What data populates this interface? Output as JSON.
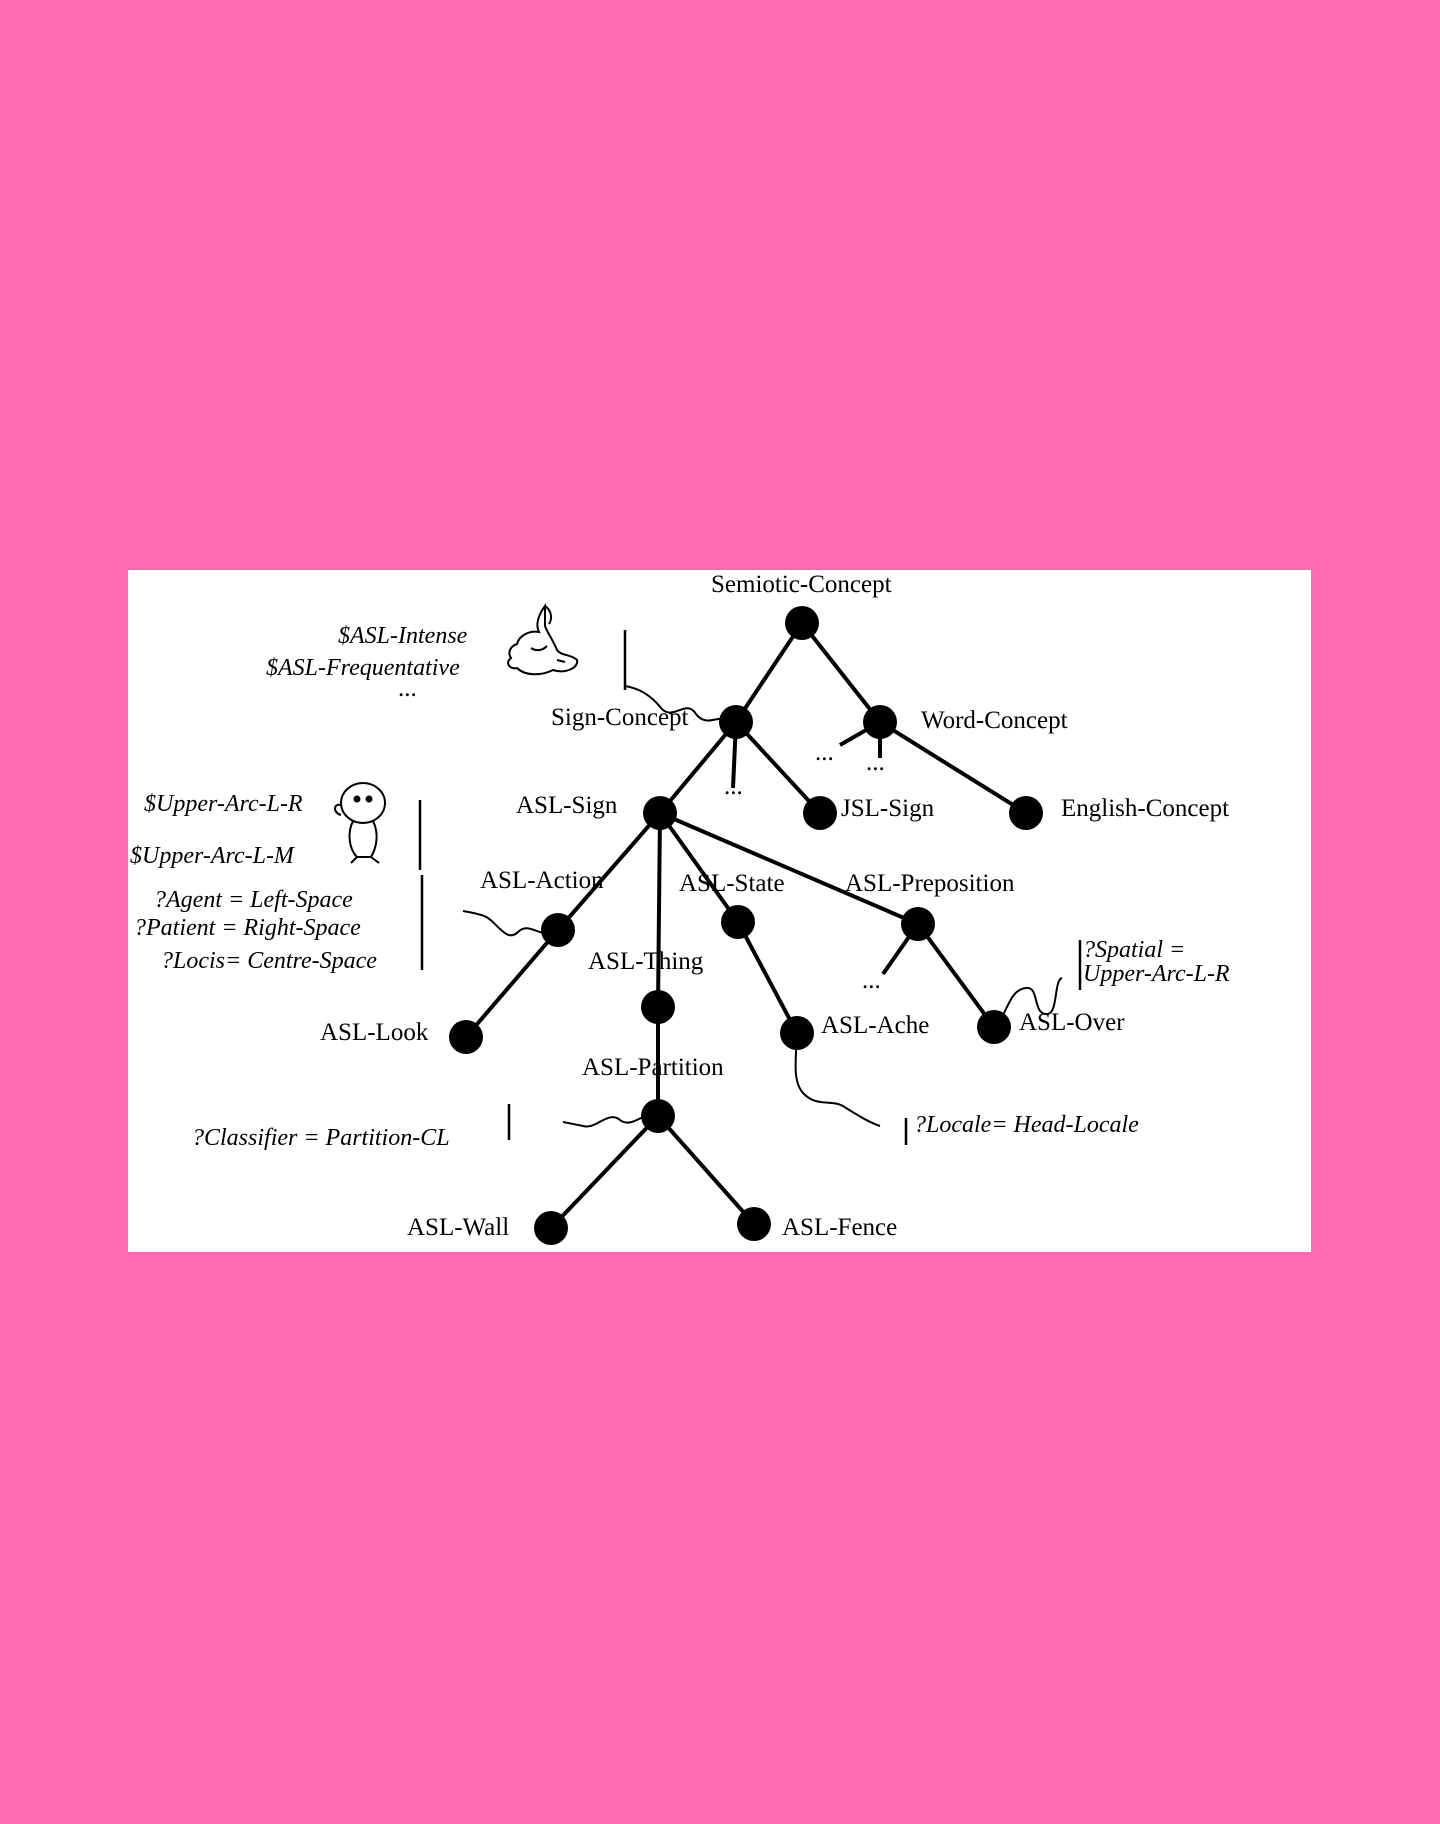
{
  "colors": {
    "background": "#ff69b0",
    "figure": "#ffffff",
    "ink": "#000000"
  },
  "nodes": {
    "semiotic_concept": "Semiotic-Concept",
    "sign_concept": "Sign-Concept",
    "word_concept": "Word-Concept",
    "asl_sign": "ASL-Sign",
    "jsl_sign": "JSL-Sign",
    "english_concept": "English-Concept",
    "asl_action": "ASL-Action",
    "asl_thing": "ASL-Thing",
    "asl_state": "ASL-State",
    "asl_preposition": "ASL-Preposition",
    "asl_look": "ASL-Look",
    "asl_partition": "ASL-Partition",
    "asl_ache": "ASL-Ache",
    "asl_over": "ASL-Over",
    "asl_wall": "ASL-Wall",
    "asl_fence": "ASL-Fence"
  },
  "ellipsis": "...",
  "annotations": {
    "sign_concept": [
      "$ASL-Intense",
      "$ASL-Frequentative"
    ],
    "asl_sign": [
      "$Upper-Arc-L-R",
      "$Upper-Arc-L-M"
    ],
    "asl_action": [
      "?Agent = Left-Space",
      "?Patient = Right-Space",
      "?Locis= Centre-Space"
    ],
    "asl_preposition_over": [
      "?Spatial =",
      "Upper-Arc-L-R"
    ],
    "asl_ache": "?Locale= Head-Locale",
    "asl_partition": "?Classifier = Partition-CL"
  },
  "icons": [
    "hand-figure-icon",
    "baby-figure-icon"
  ]
}
